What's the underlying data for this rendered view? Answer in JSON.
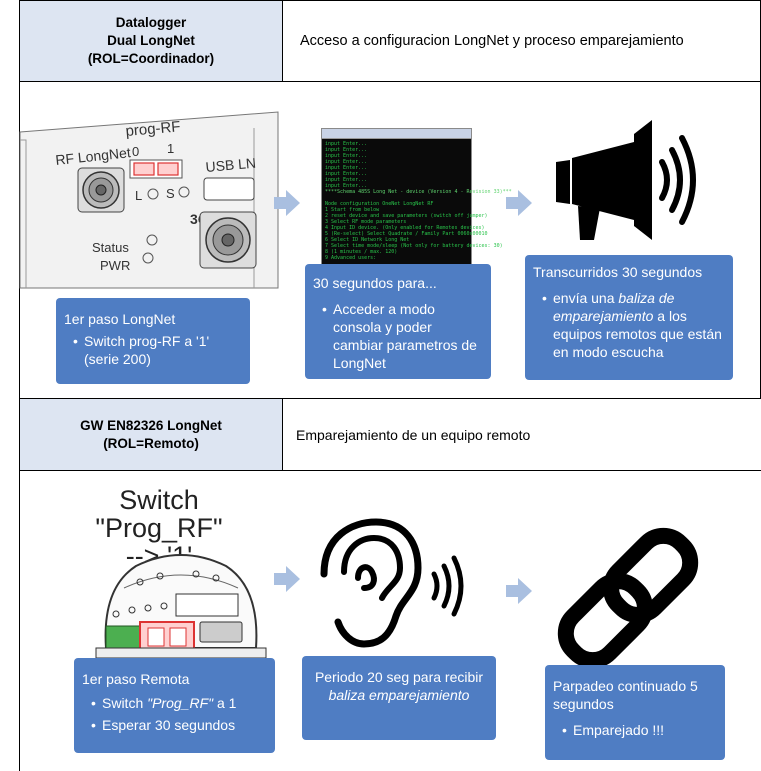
{
  "section1": {
    "header_title_lines": [
      "Datalogger",
      "Dual  LongNet",
      "(ROL=Coordinador)"
    ],
    "header_description": "Acceso a configuracion LongNet y proceso emparejamiento",
    "device_labels": {
      "rf_longnet": "RF LongNet",
      "prog_rf": "prog-RF",
      "zero": "0",
      "one": "1",
      "usb": "USB LN",
      "three_g": "3G",
      "status": "Status",
      "pwr": "PWR",
      "l": "L",
      "s": "S"
    },
    "terminal_lines": [
      "input Enter...",
      "input Enter...",
      "input Enter...",
      "input Enter...",
      "input Enter...",
      "input Enter...",
      "input Enter...",
      "input Enter...",
      "****Schema 485S Long Net - device (Version 4 - Revision 33)***",
      "",
      "Node configuration OneNet LongNet RF",
      "1 Start from below",
      "2 reset device and save parameters (switch off jumper)",
      "3 Select RF mode parameters",
      "4 Input ID device. (Only enabled for Remotes devices)",
      "5 (Re-select) Select Quadrate / Family Part 0060x00010",
      "6 Select ID Network Long Net",
      "7 Select time mode/sleep (Not only for battery devices: 30)",
      "8 (1 minutes / max. 120)",
      "9 Advanced users:"
    ],
    "steps": [
      {
        "title": "1er paso LongNet",
        "bullet": "Switch prog-RF a '1' (serie 200)"
      },
      {
        "title": "30 segundos para...",
        "bullet": "Acceder a modo consola y poder cambiar parametros de LongNet"
      },
      {
        "title": "Transcurridos  30 segundos",
        "bullet_prefix": "envía una ",
        "bullet_emph": "baliza de emparejamiento",
        "bullet_suffix": " a los equipos remotos que están en modo escucha"
      }
    ]
  },
  "section2": {
    "header_title_lines": [
      "GW EN82326 LongNet",
      "(ROL=Remoto)"
    ],
    "header_description": "Emparejamiento de un equipo remoto",
    "switch_caption_lines": [
      "Switch \"Prog_RF\"",
      "--> '1'"
    ],
    "steps": [
      {
        "title": "1er paso Remota",
        "bullets": [
          {
            "prefix": "Switch ",
            "emph": "\"Prog_RF\"",
            "suffix": " a 1"
          },
          {
            "prefix": "Esperar 30 segundos",
            "emph": "",
            "suffix": ""
          }
        ]
      },
      {
        "title_prefix": "Periodo 20 seg para recibir ",
        "title_emph": "baliza emparejamiento"
      },
      {
        "title": "Parpadeo continuado 5 segundos",
        "bullet": "Emparejado !!!"
      }
    ]
  },
  "icons": [
    "megaphone-icon",
    "ear-icon",
    "chain-link-icon",
    "arrow-right-icon"
  ],
  "colors": {
    "header_bg": "#dde5f2",
    "box_bg": "#4f7dc3",
    "arrow": "#a9bfe0",
    "terminal_text": "#29c34a"
  }
}
